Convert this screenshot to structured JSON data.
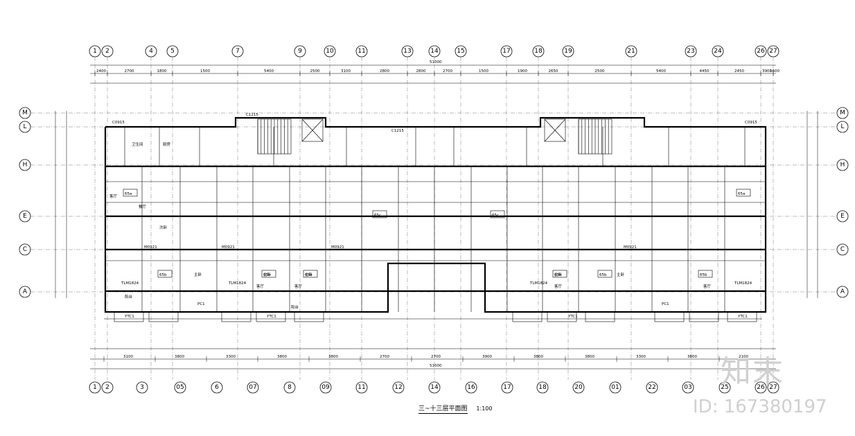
{
  "top_axis_labels": [
    "1",
    "2",
    "4",
    "5",
    "7",
    "9",
    "10",
    "11",
    "13",
    "14",
    "15",
    "17",
    "18",
    "19",
    "21",
    "23",
    "24",
    "26",
    "27"
  ],
  "bottom_axis_labels": [
    "1",
    "2",
    "3",
    "05",
    "6",
    "07",
    "8",
    "09",
    "11",
    "12",
    "14",
    "16",
    "17",
    "18",
    "20",
    "01",
    "22",
    "03",
    "25",
    "26",
    "27"
  ],
  "left_axis_labels": [
    "M",
    "L",
    "H",
    "E",
    "C",
    "A"
  ],
  "right_axis_labels": [
    "M",
    "L",
    "H",
    "E",
    "C",
    "A"
  ],
  "overall_dimension": "51000",
  "top_dimensions": [
    "2400",
    "2700",
    "1800",
    "1500",
    "5400",
    "2500",
    "3100",
    "2800",
    "2800",
    "2700",
    "1500",
    "1900",
    "2650",
    "2500",
    "5400",
    "4450",
    "2450",
    "3900",
    "1600"
  ],
  "bottom_dimensions": [
    "3100",
    "3800",
    "3300",
    "3800",
    "3800",
    "2700",
    "2700",
    "3900",
    "3800",
    "3800",
    "3300",
    "3800",
    "2100"
  ],
  "room_labels": [
    "主卧",
    "次卧",
    "客厅",
    "餐厅",
    "厨房",
    "卫生间",
    "阳台",
    "主卧",
    "客厅",
    "主卧",
    "客厅",
    "阳台",
    "主卧",
    "客厅",
    "主卧",
    "客厅"
  ],
  "unit_tags": [
    "65a",
    "65b",
    "65b",
    "65b",
    "65c",
    "65c",
    "65b",
    "65b",
    "65b",
    "65a"
  ],
  "door_tags": [
    "M0921",
    "M0921",
    "M0921",
    "M0921",
    "TLM1824",
    "TLM1824",
    "TLM1824",
    "TLM1824",
    "C1215",
    "C1215",
    "C0915",
    "C0915",
    "YTC1",
    "YTC1",
    "YTC1",
    "YTC1",
    "PC1",
    "PC1"
  ],
  "drawing_title": "三~十三层平面图",
  "scale_text": "1:100",
  "watermark_logo": "知末",
  "watermark_id": "ID: 167380197"
}
